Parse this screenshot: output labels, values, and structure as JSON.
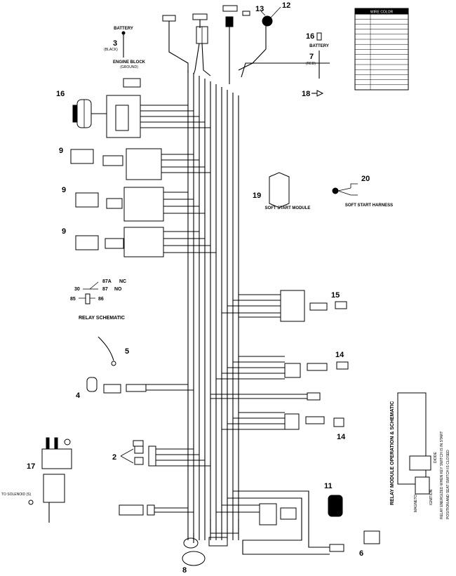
{
  "labels": {
    "battery_top": "BATTERY",
    "black": "(BLACK)",
    "engine_block": "ENGINE BLOCK",
    "ground": "(GROUND)",
    "battery_right": "BATTERY",
    "red": "(RED)",
    "soft_start_module": "SOFT START MODULE",
    "soft_start_harness": "SOFT START HARNESS",
    "relay_schematic": "RELAY SCHEMATIC",
    "relay_87a": "87A",
    "relay_nc": "NC",
    "relay_30": "30",
    "relay_87": "87",
    "relay_no": "NO",
    "relay_85": "85",
    "relay_86": "86",
    "to_solenoid": "TO SOLENOID (S)",
    "relay_module_title": "RELAY MODULE OPERATION & SCHEMATIC",
    "side_note_1": "RELAY ENERGIZED WHEN KEY SWITCH IS IN START",
    "side_note_2": "POSITION AND SEAT SWITCH IS CLOSED",
    "ignition": "IGNITION",
    "magneto": "MAGNETO",
    "diode": "DIODE"
  },
  "callouts": {
    "c2": "2",
    "c3": "3",
    "c4": "4",
    "c5": "5",
    "c6": "6",
    "c7": "7",
    "c8": "8",
    "c9a": "9",
    "c9b": "9",
    "c9c": "9",
    "c11": "11",
    "c12": "12",
    "c13": "13",
    "c14a": "14",
    "c14b": "14",
    "c15": "15",
    "c16a": "16",
    "c16b": "16",
    "c17": "17",
    "c18": "18",
    "c19": "19",
    "c20": "20"
  },
  "legend": {
    "header": "WIRE COLOR",
    "rows": [
      "",
      "",
      "",
      "",
      "",
      "",
      "",
      "",
      "",
      "",
      "",
      "",
      "",
      "",
      ""
    ]
  },
  "colors": {
    "ink": "#000000",
    "paper": "#ffffff"
  }
}
